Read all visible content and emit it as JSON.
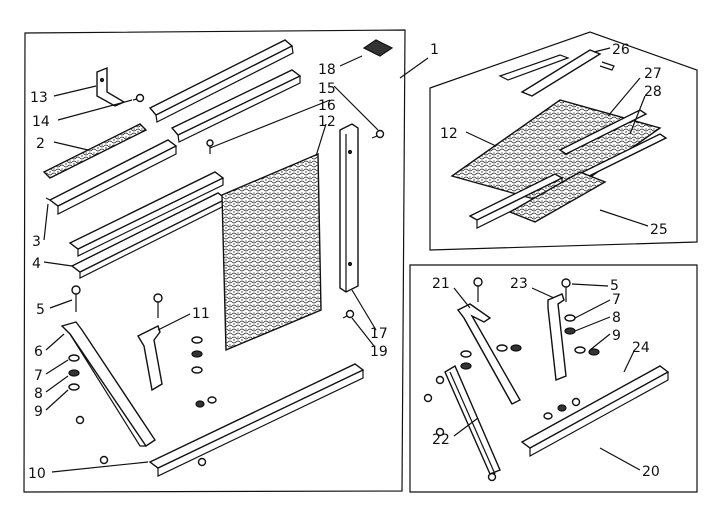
{
  "colors": {
    "ink": "#111111",
    "paper": "#ffffff"
  },
  "labels": {
    "l1": "1",
    "l2": "2",
    "l3": "3",
    "l4": "4",
    "l5a": "5",
    "l5b": "5",
    "l6": "6",
    "l7a": "7",
    "l7b": "7",
    "l8a": "8",
    "l8b": "8",
    "l9a": "9",
    "l9b": "9",
    "l10": "10",
    "l11": "11",
    "l12a": "12",
    "l12b": "12",
    "l13": "13",
    "l14": "14",
    "l15": "15",
    "l16": "16",
    "l17": "17",
    "l18": "18",
    "l19": "19",
    "l20": "20",
    "l21": "21",
    "l22": "22",
    "l23": "23",
    "l24": "24",
    "l25": "25",
    "l26": "26",
    "l27": "27",
    "l28": "28"
  }
}
